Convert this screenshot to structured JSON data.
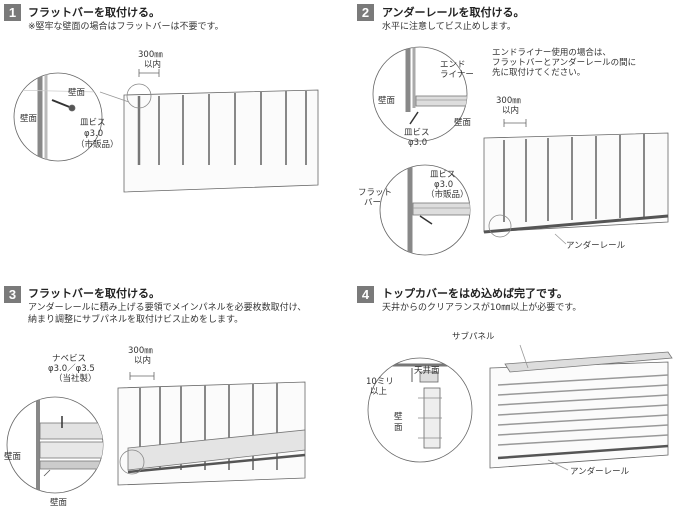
{
  "steps": [
    {
      "number": "1",
      "title": "フラットバーを取付ける。",
      "desc": "※堅牢な壁面の場合はフラットバーは不要です。",
      "labels": {
        "dim": "300㎜",
        "dim2": "以内",
        "wall_a": "壁面",
        "wall_b": "壁面",
        "screw1": "皿ビス",
        "screw2": "φ3.0",
        "screw3": "（市販品）"
      }
    },
    {
      "number": "2",
      "title": "アンダーレールを取付ける。",
      "desc": "水平に注意してビス止めします。",
      "note1": "エンドライナー使用の場合は、",
      "note2": "フラットバーとアンダーレールの間に",
      "note3": "先に取付けてください。",
      "labels": {
        "endliner1": "エンド",
        "endliner2": "ライナー",
        "wall_a": "壁面",
        "wall_b": "壁面",
        "screw_a1": "皿ビス",
        "screw_a2": "φ3.0",
        "dim": "300㎜",
        "dim2": "以内",
        "flatbar1": "フラット",
        "flatbar2": "バー",
        "screw_b1": "皿ビス",
        "screw_b2": "φ3.0",
        "screw_b3": "（市販品）",
        "underrail": "アンダーレール"
      }
    },
    {
      "number": "3",
      "title": "フラットバーを取付ける。",
      "desc1": "アンダーレールに積み上げる要領でメインパネルを必要枚数取付け、",
      "desc2": "納まり調整にサブパネルを取付けビス止めをします。",
      "labels": {
        "nabe1": "ナベビス",
        "nabe2": "φ3.0／φ3.5",
        "nabe3": "（当社製）",
        "dim": "300㎜",
        "dim2": "以内",
        "wall_a": "壁面",
        "wall_b": "壁面"
      }
    },
    {
      "number": "4",
      "title": "トップカバーをはめ込めば完了です。",
      "desc": "天井からのクリアランスが10㎜以上が必要です。",
      "labels": {
        "subpanel": "サブパネル",
        "ceiling": "天井面",
        "clear1": "10ミリ",
        "clear2": "以上",
        "wall1": "壁",
        "wall2": "面",
        "underrail": "アンダーレール"
      }
    }
  ]
}
